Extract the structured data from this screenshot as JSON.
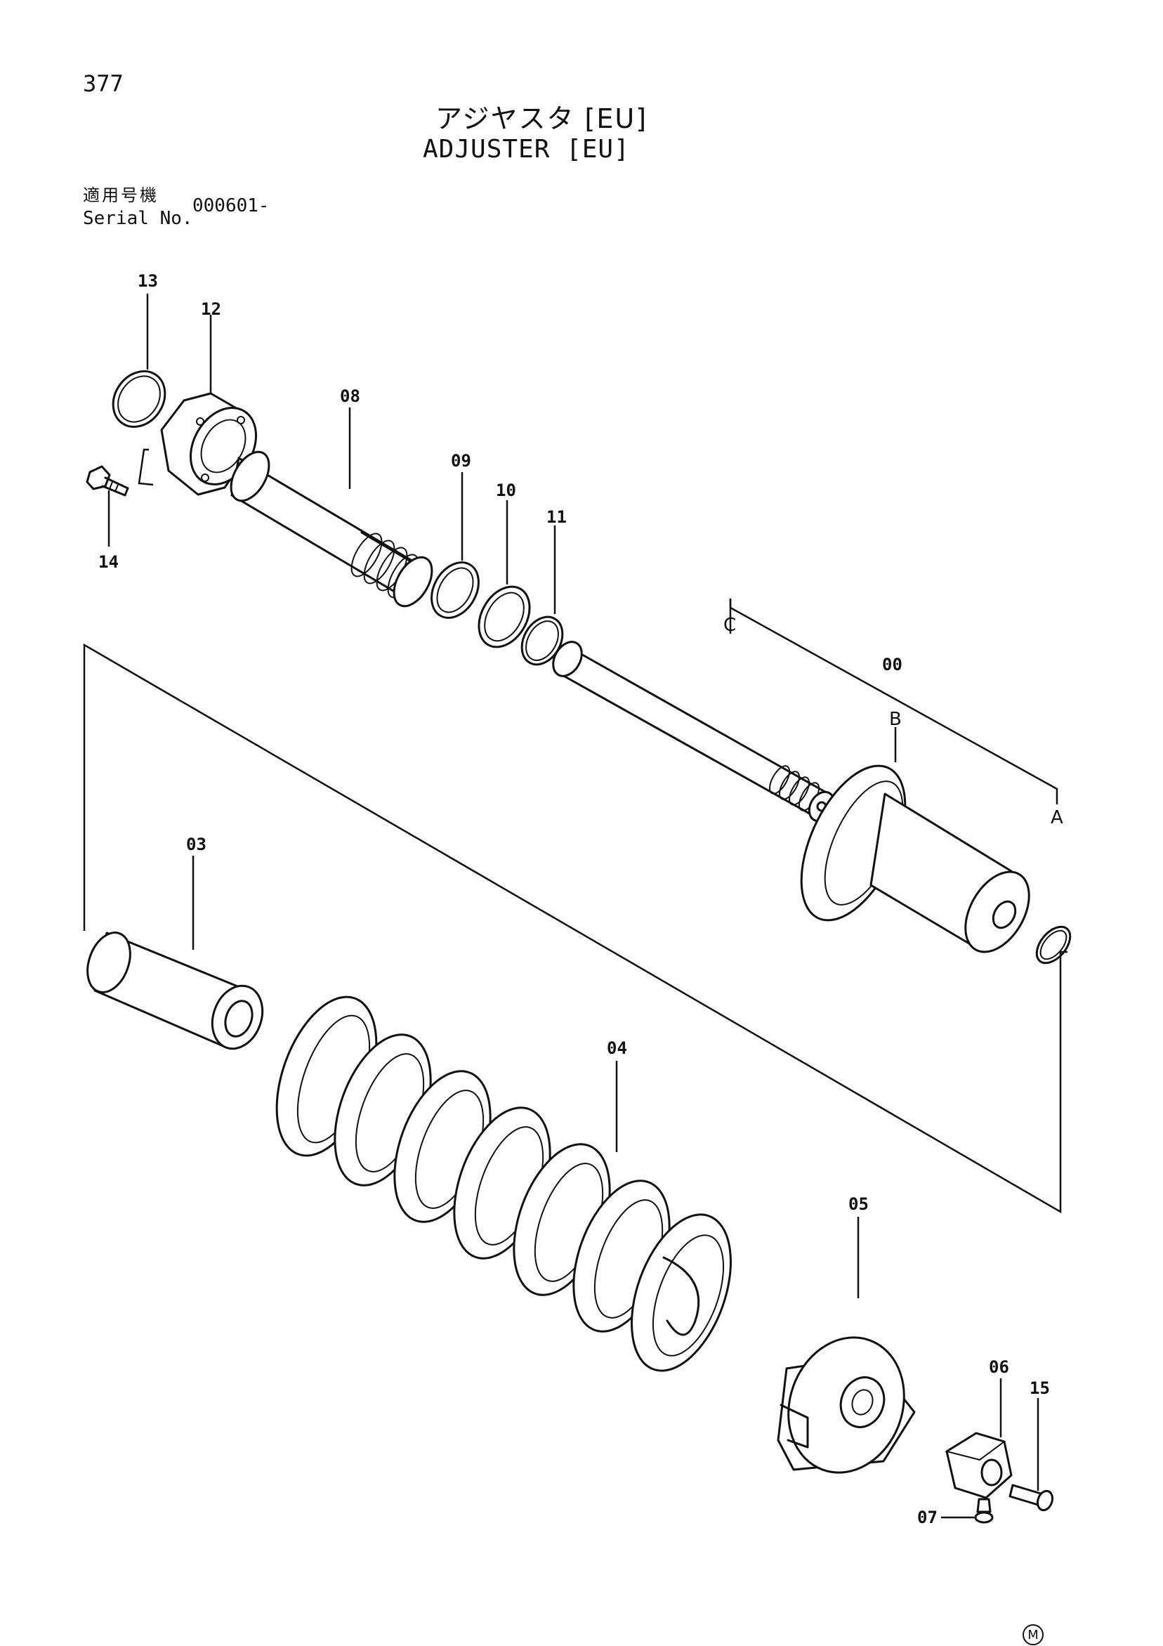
{
  "page": {
    "number": "377"
  },
  "title": {
    "jp": "アジヤスタ [EU]",
    "en": "ADJUSTER [EU]"
  },
  "serial": {
    "label_jp": "適用号機",
    "label_en": "Serial No.",
    "value": "000601-"
  },
  "callouts": {
    "p00": "00",
    "p03": "03",
    "p04": "04",
    "p05": "05",
    "p06": "06",
    "p07": "07",
    "p08": "08",
    "p09": "09",
    "p10": "10",
    "p11": "11",
    "p12": "12",
    "p13": "13",
    "p14": "14",
    "p15": "15"
  },
  "assembly_letters": {
    "a": "A",
    "b": "B",
    "c": "C"
  },
  "maker_mark": "M"
}
